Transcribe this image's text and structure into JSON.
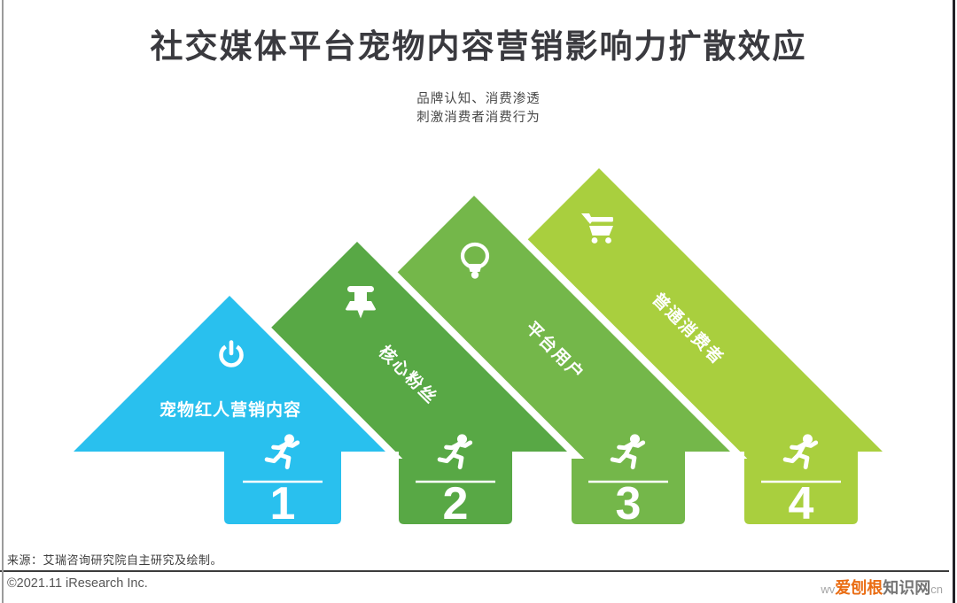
{
  "header": {
    "title": "社交媒体平台宠物内容营销影响力扩散效应",
    "subtitle_line1": "品牌认知、消费渗透",
    "subtitle_line2": "刺激消费者消费行为"
  },
  "arrows": [
    {
      "number": "1",
      "label": "宠物红人营销内容",
      "icon": "power-icon",
      "color": "#29c0ee"
    },
    {
      "number": "2",
      "label": "核心粉丝",
      "icon": "pushpin-icon",
      "color": "#58a845"
    },
    {
      "number": "3",
      "label": "平台用户",
      "icon": "lightbulb-icon",
      "color": "#74b74a"
    },
    {
      "number": "4",
      "label": "普通消费者",
      "icon": "shopping-cart-icon",
      "color": "#a9cf3e"
    }
  ],
  "footer": {
    "source": "来源：艾瑞咨询研究院自主研究及绘制。",
    "copyright": "©2021.11 iResearch Inc.",
    "watermark": {
      "prefix": "wv",
      "highlight": "爱刨根",
      "suffix": "知识网",
      "tld": "cn",
      "highlight_color": "#ea6c12"
    }
  }
}
